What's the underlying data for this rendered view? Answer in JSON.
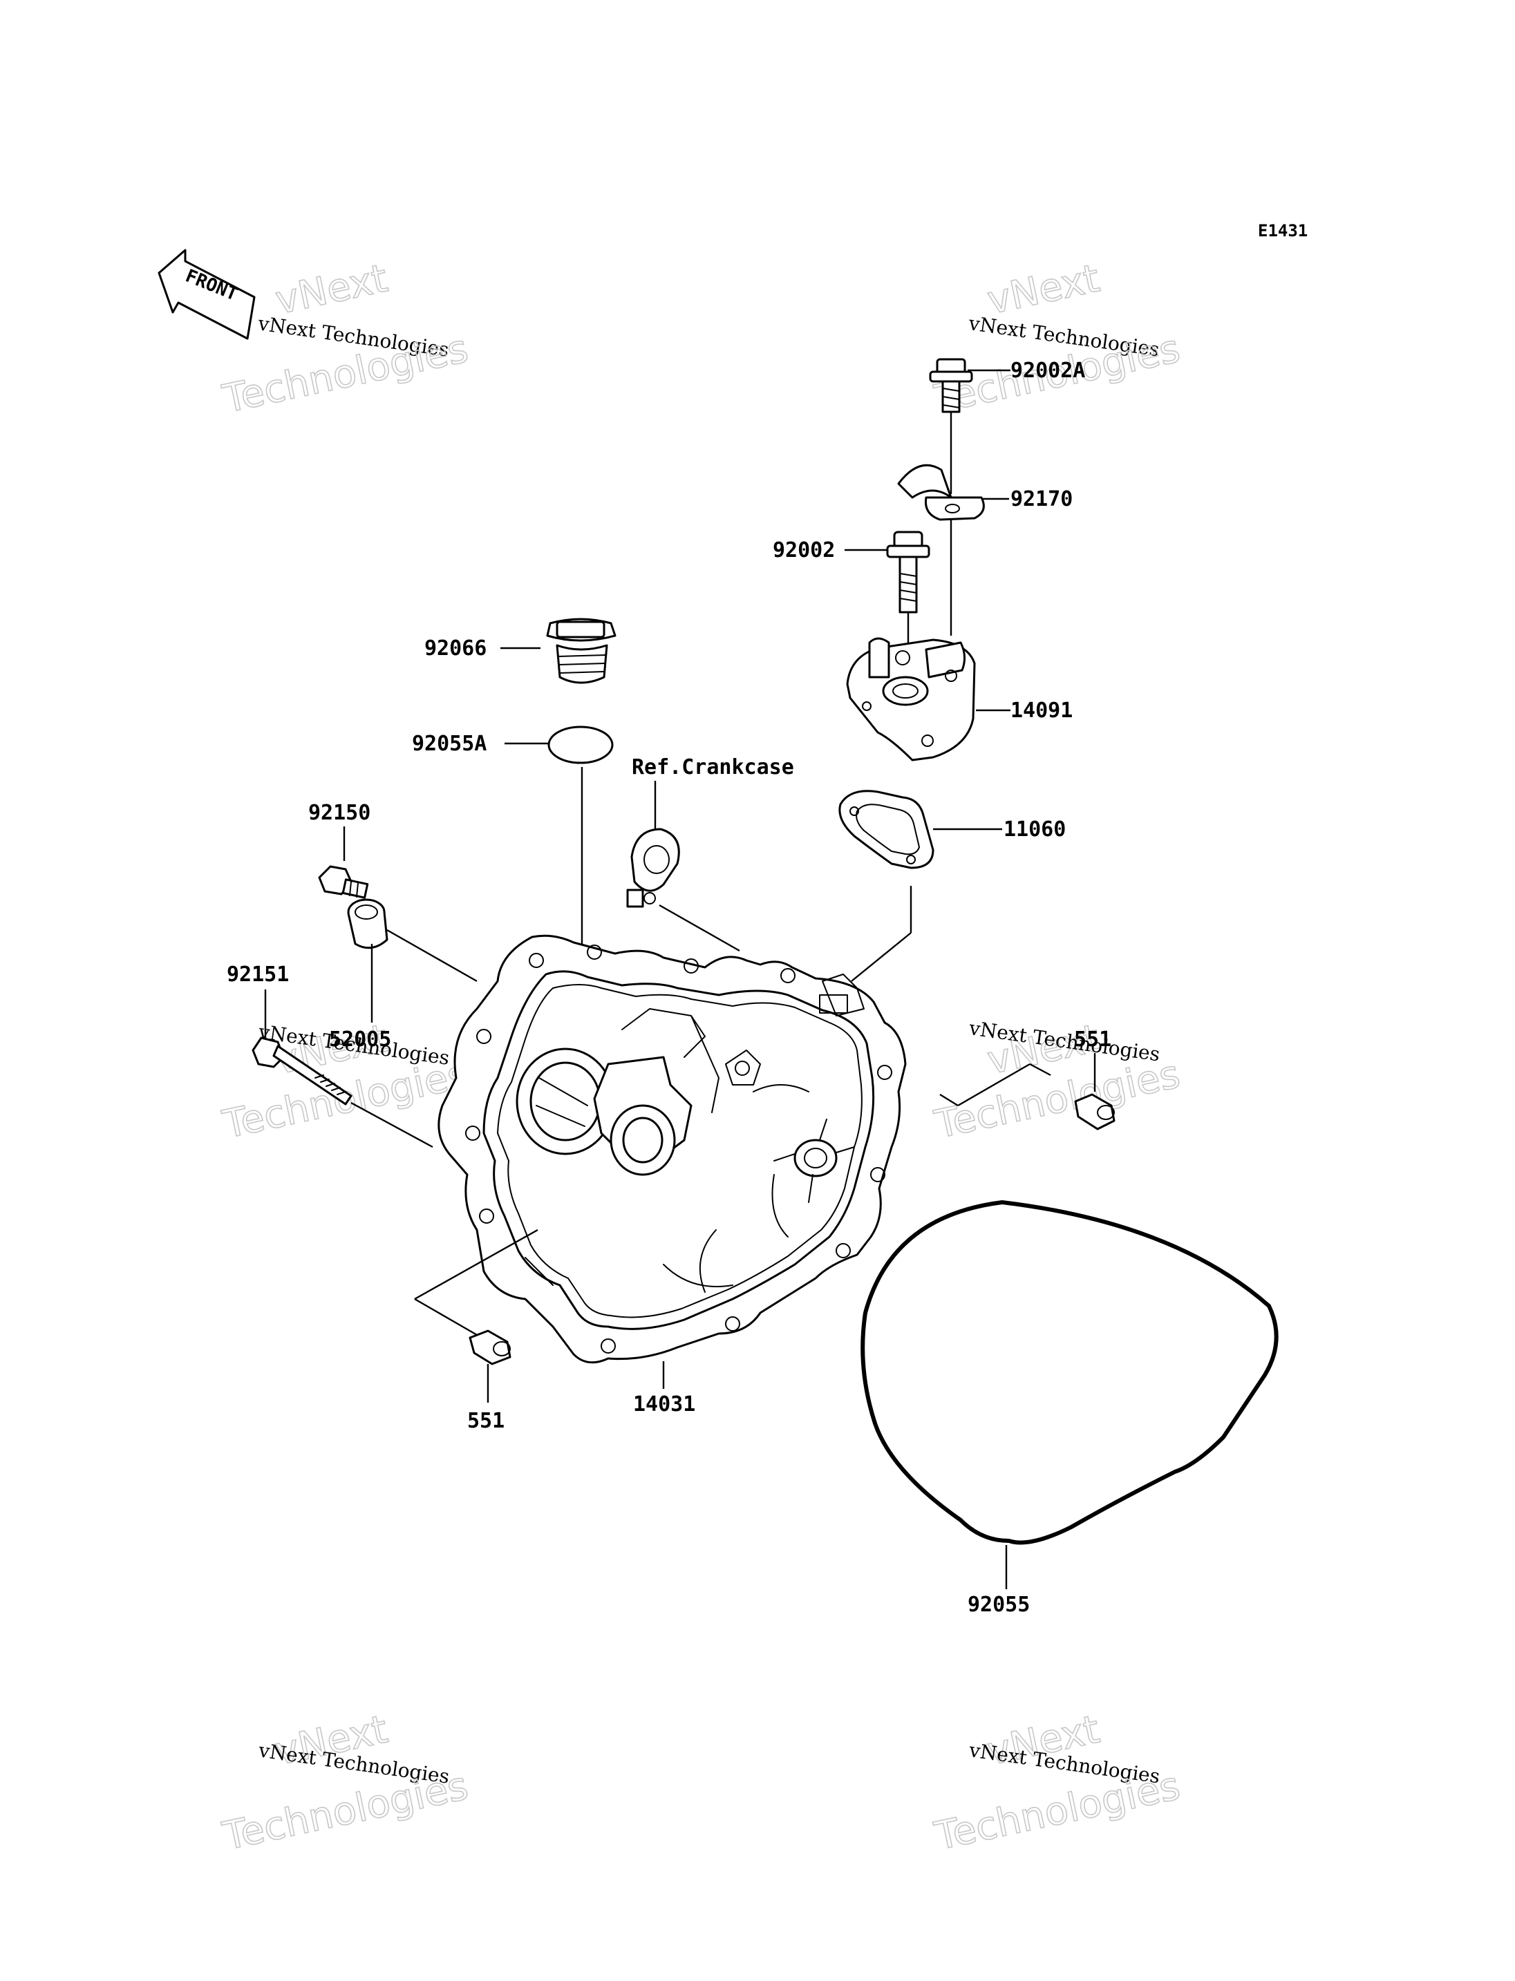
{
  "diagram_code": "E1431",
  "front_arrow_label": "FRONT",
  "reference_label": "Ref.Crankcase",
  "watermark": {
    "line1": "vNext",
    "line2": "vNext Technologies",
    "line3": "Technologies"
  },
  "parts": {
    "p92002A": "92002A",
    "p92170": "92170",
    "p92002": "92002",
    "p14091": "14091",
    "p11060": "11060",
    "p92066": "92066",
    "p92055A": "92055A",
    "p92150": "92150",
    "p92151": "92151",
    "p52005": "52005",
    "p551_right": "551",
    "p551_left": "551",
    "p14031": "14031",
    "p92055": "92055"
  }
}
